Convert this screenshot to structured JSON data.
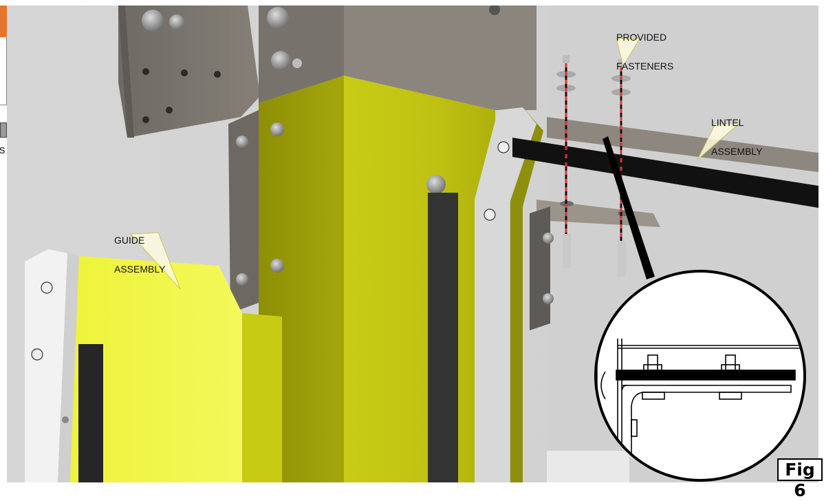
{
  "callouts": {
    "provided_fasteners": {
      "line1": "PROVIDED",
      "line2": "FASTENERS"
    },
    "lintel_assembly": {
      "line1": "LINTEL",
      "line2": "ASSEMBLY"
    },
    "guide_assembly": {
      "line1": "GUIDE",
      "line2": "ASSEMBLY"
    }
  },
  "figure_label": "Fig 6",
  "left_strip_letter": "s",
  "colors": {
    "guide_yellow": "#e6ee2c",
    "post_yellow": "#c3c613",
    "steel": "#7e7870",
    "wall": "#d3d3d3",
    "accent_orange": "#e8742a",
    "fastener_dash": "#e03030"
  }
}
